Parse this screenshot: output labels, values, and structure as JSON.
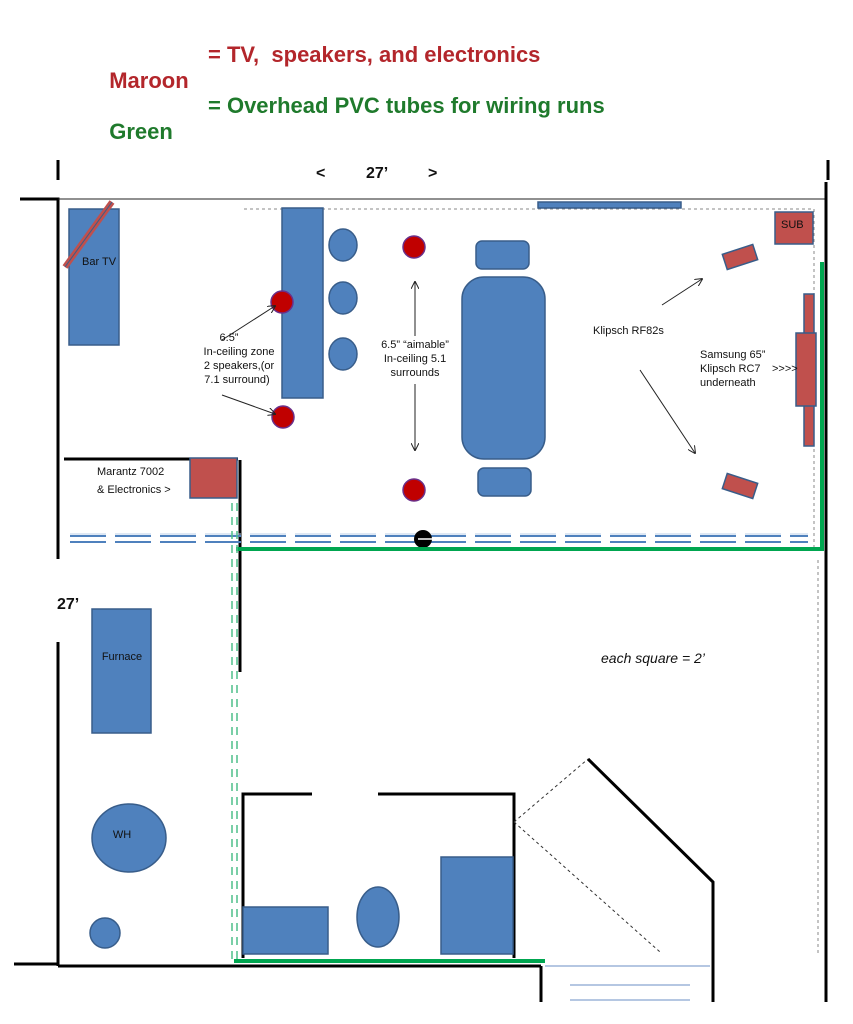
{
  "legend": {
    "maroon_label": "Maroon",
    "maroon_desc": "= TV,  speakers, and electronics",
    "green_label": "Green",
    "green_desc": "= Overhead PVC tubes for wiring runs"
  },
  "dimensions": {
    "width_left": "<",
    "width_value": "27’",
    "width_right": ">",
    "depth_value": "27’"
  },
  "labels": {
    "bar_tv": "Bar TV",
    "sub": "SUB",
    "zone2_line1": "6.5”",
    "zone2_line2": "In-ceiling zone",
    "zone2_line3": "2 speakers,(or",
    "zone2_line4": "7.1 surround)",
    "surround_line1": "6.5” “aimable”",
    "surround_line2": "In-ceiling 5.1",
    "surround_line3": "surrounds",
    "klipsch_rf": "Klipsch  RF82s",
    "samsung_line1": "Samsung 65”",
    "samsung_line2": "Klipsch  RC7",
    "samsung_arrow": ">>>>",
    "samsung_line3": "underneath",
    "marantz_line1": "Marantz 7002",
    "marantz_line2": "& Electronics  >",
    "furnace": "Furnace",
    "wh": "WH",
    "scale_note": "each square = 2’"
  },
  "colors": {
    "maroon": "#b3262b",
    "green": "#1f7a2c",
    "furniture_blue": "#4f81bd",
    "equipment_red": "#c0504d",
    "speaker_red": "#c00000",
    "pvc_green": "#00a650"
  }
}
